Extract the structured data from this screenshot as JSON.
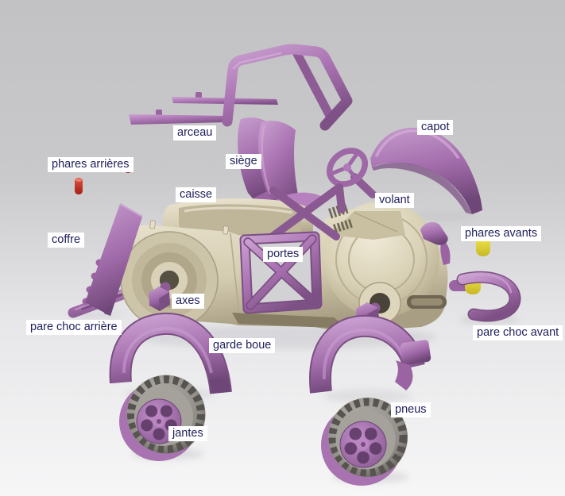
{
  "labels": [
    {
      "id": "arceau",
      "text": "arceau"
    },
    {
      "id": "siege",
      "text": "siège"
    },
    {
      "id": "capot",
      "text": "capot"
    },
    {
      "id": "phares-arrieres",
      "text": "phares arrières"
    },
    {
      "id": "caisse",
      "text": "caisse"
    },
    {
      "id": "volant",
      "text": "volant"
    },
    {
      "id": "coffre",
      "text": "coffre"
    },
    {
      "id": "phares-avants",
      "text": "phares avants"
    },
    {
      "id": "portes",
      "text": "portes"
    },
    {
      "id": "axes",
      "text": "axes"
    },
    {
      "id": "pare-choc-arriere",
      "text": "pare choc arrière"
    },
    {
      "id": "garde-boue",
      "text": "garde boue"
    },
    {
      "id": "pare-choc-avant",
      "text": "pare choc avant"
    },
    {
      "id": "jantes",
      "text": "jantes"
    },
    {
      "id": "pneus",
      "text": "pneus"
    }
  ],
  "colors": {
    "background_top": "#c3c3c5",
    "background_bottom": "#f6f6f7",
    "part_purple": "#ab74b3",
    "purple_shadow": "#7b4f83",
    "purple_highlight": "#caa0d1",
    "body_cream": "#d9d2b6",
    "cream_shadow": "#a89e83",
    "tire_gray": "#908d88",
    "rim_purple": "#b07ab8",
    "headlight_yellow": "#ecdf3c",
    "taillight_red": "#cf3527",
    "label_text": "#20205c",
    "label_background": "#ffffff"
  }
}
